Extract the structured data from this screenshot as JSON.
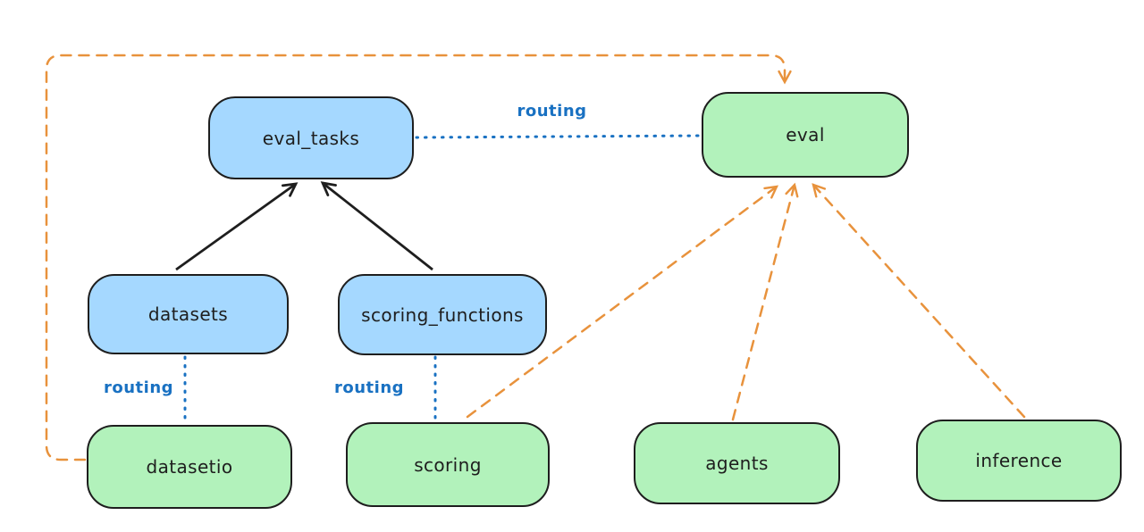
{
  "diagram": {
    "kind": "architecture-diagram",
    "colors": {
      "ink": "#1e1e1e",
      "node_blue_fill": "#a5d8ff",
      "node_green_fill": "#b2f2bb",
      "routing_blue": "#1971c2",
      "orange": "#e8923c",
      "background": "#ffffff"
    }
  },
  "colors": {
    "ink": "#1e1e1e",
    "routing_blue": "#1971c2",
    "orange": "#e8923c"
  },
  "nodes": {
    "eval_tasks": {
      "label": "eval_tasks",
      "fill": "#a5d8ff"
    },
    "eval": {
      "label": "eval",
      "fill": "#b2f2bb"
    },
    "datasets": {
      "label": "datasets",
      "fill": "#a5d8ff"
    },
    "scoring_functions": {
      "label": "scoring_functions",
      "fill": "#a5d8ff"
    },
    "datasetio": {
      "label": "datasetio",
      "fill": "#b2f2bb"
    },
    "scoring": {
      "label": "scoring",
      "fill": "#b2f2bb"
    },
    "agents": {
      "label": "agents",
      "fill": "#b2f2bb"
    },
    "inference": {
      "label": "inference",
      "fill": "#b2f2bb"
    }
  },
  "edges": [
    {
      "from": "datasets",
      "to": "eval_tasks",
      "style": "solid",
      "color": "#1e1e1e",
      "arrow": true,
      "label": ""
    },
    {
      "from": "scoring_functions",
      "to": "eval_tasks",
      "style": "solid",
      "color": "#1e1e1e",
      "arrow": true,
      "label": ""
    },
    {
      "from": "eval_tasks",
      "to": "eval",
      "style": "dotted",
      "color": "#1971c2",
      "arrow": false,
      "label": "routing"
    },
    {
      "from": "datasets",
      "to": "datasetio",
      "style": "dotted",
      "color": "#1971c2",
      "arrow": false,
      "label": "routing"
    },
    {
      "from": "scoring_functions",
      "to": "scoring",
      "style": "dotted",
      "color": "#1971c2",
      "arrow": false,
      "label": "routing"
    },
    {
      "from": "datasetio",
      "to": "eval",
      "style": "dashed",
      "color": "#e8923c",
      "arrow": true,
      "label": ""
    },
    {
      "from": "scoring",
      "to": "eval",
      "style": "dashed",
      "color": "#e8923c",
      "arrow": true,
      "label": ""
    },
    {
      "from": "agents",
      "to": "eval",
      "style": "dashed",
      "color": "#e8923c",
      "arrow": true,
      "label": ""
    },
    {
      "from": "inference",
      "to": "eval",
      "style": "dashed",
      "color": "#e8923c",
      "arrow": true,
      "label": ""
    }
  ]
}
